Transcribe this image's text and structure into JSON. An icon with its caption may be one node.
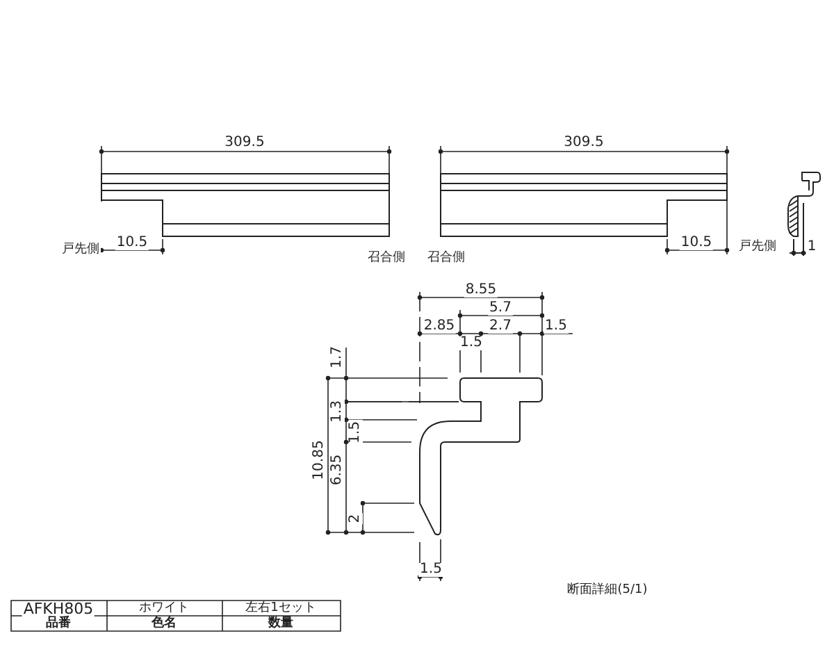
{
  "diagram": {
    "labels": [
      "309.5",
      "309.5",
      "戸先側",
      "10.5",
      "召合側",
      "召合側",
      "10.5",
      "戸先側",
      "1",
      "8.55",
      "5.7",
      "2.85",
      "2.7",
      "1.5",
      "1.5",
      "1.7",
      "1.3",
      "1.5",
      "10.85",
      "6.35",
      "2",
      "1.5",
      "断面詳細(5/1)",
      "AFKH805",
      "ホワイト",
      "左右1セット",
      "品番",
      "色名",
      "数量"
    ]
  }
}
